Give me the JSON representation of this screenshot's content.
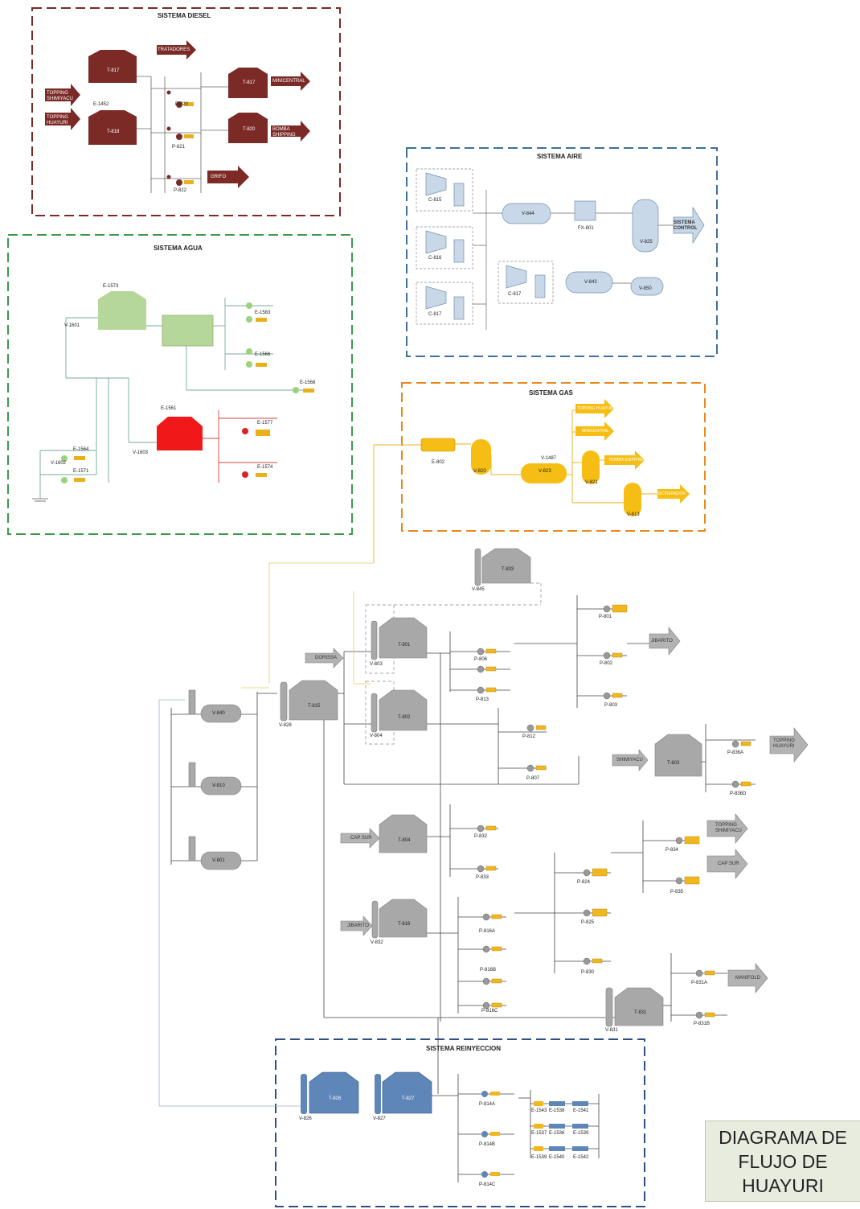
{
  "sections": {
    "diesel": "SISTEMA DIESEL",
    "agua": "SISTEMA AGUA",
    "aire": "SISTEMA AIRE",
    "gas": "SISTEMA GAS",
    "reinyeccion": "SISTEMA REINYECCION"
  },
  "diesel": {
    "tanks": [
      "T-817",
      "T-818",
      "T-817",
      "T-820"
    ],
    "pumps": [
      "P-820",
      "P-821",
      "P-822"
    ],
    "exchanger": "E-1452",
    "arrows_in": [
      "TOPPING SHIMIYACU",
      "TOPPING HUAYURI"
    ],
    "arrows_out": [
      "TRATADORES",
      "MINICENTRAL",
      "BOMBA SHIPPING",
      "GRIFO"
    ]
  },
  "agua": {
    "tanks": [
      "E-1573",
      "E-1561"
    ],
    "tag_right": [
      "E-1583",
      "E-1566",
      "E-1568",
      "E-1577",
      "E-1574"
    ],
    "tag_left": [
      "E-1564",
      "E-1571"
    ],
    "valves": [
      "V-1601",
      "V-1602",
      "V-1603"
    ]
  },
  "aire": {
    "compressors": [
      "C-815",
      "C-816",
      "C-817",
      "C-817"
    ],
    "vessels": [
      "V-844",
      "V-825",
      "V-843",
      "V-850"
    ],
    "filter": "FX-801",
    "arrow_out": "SISTEMA CONTROL"
  },
  "gas": {
    "exchanger": "E-802",
    "vessels": [
      "V-820",
      "V-823",
      "V-821",
      "V-813"
    ],
    "tag": "V-1487",
    "arrows_out": [
      "TOPPING HUAYURI",
      "MINICENTRAL",
      "BOMBA SHIPPING",
      "INCINERADOR"
    ]
  },
  "process": {
    "tanks": [
      "T-833",
      "T-801",
      "T-802",
      "T-815",
      "T-803",
      "T-804",
      "T-816",
      "T-831"
    ],
    "separators": [
      "V-840",
      "V-810",
      "V-801"
    ],
    "vessels": [
      "V-845",
      "V-803",
      "V-804",
      "V-828",
      "V-832",
      "V-831"
    ],
    "pumps": [
      "P-806",
      "P-813",
      "P-812",
      "P-807",
      "P-801",
      "P-802",
      "P-803",
      "P-836A",
      "P-836D",
      "P-832",
      "P-833",
      "P-824",
      "P-825",
      "P-834",
      "P-835",
      "P-816A",
      "P-816B",
      "P-816C",
      "P-830",
      "P-831A",
      "P-831B"
    ],
    "arrows_in": [
      "DORISSA",
      "SHIMIYACU",
      "CAP SUR",
      "JIBARITO"
    ],
    "arrows_out": [
      "JIBARITO",
      "TOPPING HUAYURI",
      "TOPPING SHIMIYACU",
      "CAP SUR",
      "MANIFOLD"
    ]
  },
  "reinyeccion": {
    "tanks": [
      "T-826",
      "T-827"
    ],
    "vessels": [
      "V-826",
      "V-827"
    ],
    "pumps": [
      "P-814A",
      "P-814B",
      "P-814C"
    ],
    "exchangers": [
      "E-1543",
      "E-1538",
      "E-1541",
      "E-1537",
      "E-1536",
      "E-1539",
      "E-1539",
      "E-1540",
      "E-1542"
    ]
  },
  "title": {
    "line1": "DIAGRAMA DE",
    "line2": "FLUJO DE",
    "line3": "HUAYURI"
  },
  "colors": {
    "diesel": "#7b2a26",
    "agua": "#3a9a4a",
    "aire": "#3f6f9a",
    "gas": "#e8891e",
    "reinyeccion": "#2d4f86",
    "gas_fill": "#f6be14",
    "aire_fill": "#c9d8e8",
    "agua_fill": "#b6d79a",
    "grey_tank": "#a8a8a8"
  }
}
